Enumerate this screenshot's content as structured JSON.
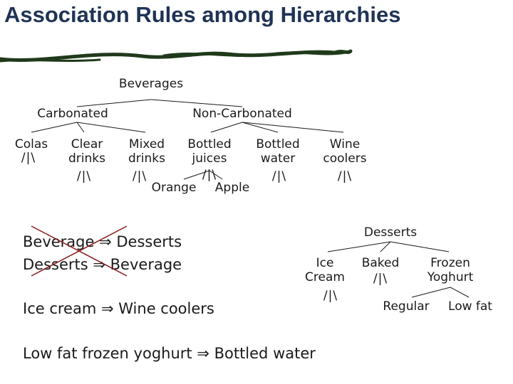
{
  "title": "Association Rules among Hierarchies",
  "colors": {
    "title": "#1f3355",
    "brush": "#1f3a1a",
    "cross": "#8b1a1a",
    "text": "#1a1a1a"
  },
  "tree1": {
    "root": "Beverages",
    "level1": [
      "Carbonated",
      "Non-Carbonated"
    ],
    "carbonated_children": [
      "Colas",
      "Clear drinks",
      "Mixed drinks"
    ],
    "non_carbonated_children": [
      "Bottled juices",
      "Bottled water",
      "Wine coolers"
    ],
    "juice_children": [
      "Orange",
      "Apple"
    ]
  },
  "tree2": {
    "root": "Desserts",
    "children": [
      "Ice Cream",
      "Baked",
      "Frozen Yoghurt"
    ],
    "yoghurt_children": [
      "Regular",
      "Low fat"
    ]
  },
  "rules": [
    {
      "text": "Beverage ⇒ Desserts",
      "crossed": true
    },
    {
      "text": "Desserts ⇒ Beverage",
      "crossed": true
    },
    {
      "text": "Ice cream  ⇒ Wine coolers",
      "crossed": false
    },
    {
      "text": "Low fat frozen yoghurt ⇒ Bottled water",
      "crossed": false
    }
  ],
  "branch_glyph": "/|\\"
}
